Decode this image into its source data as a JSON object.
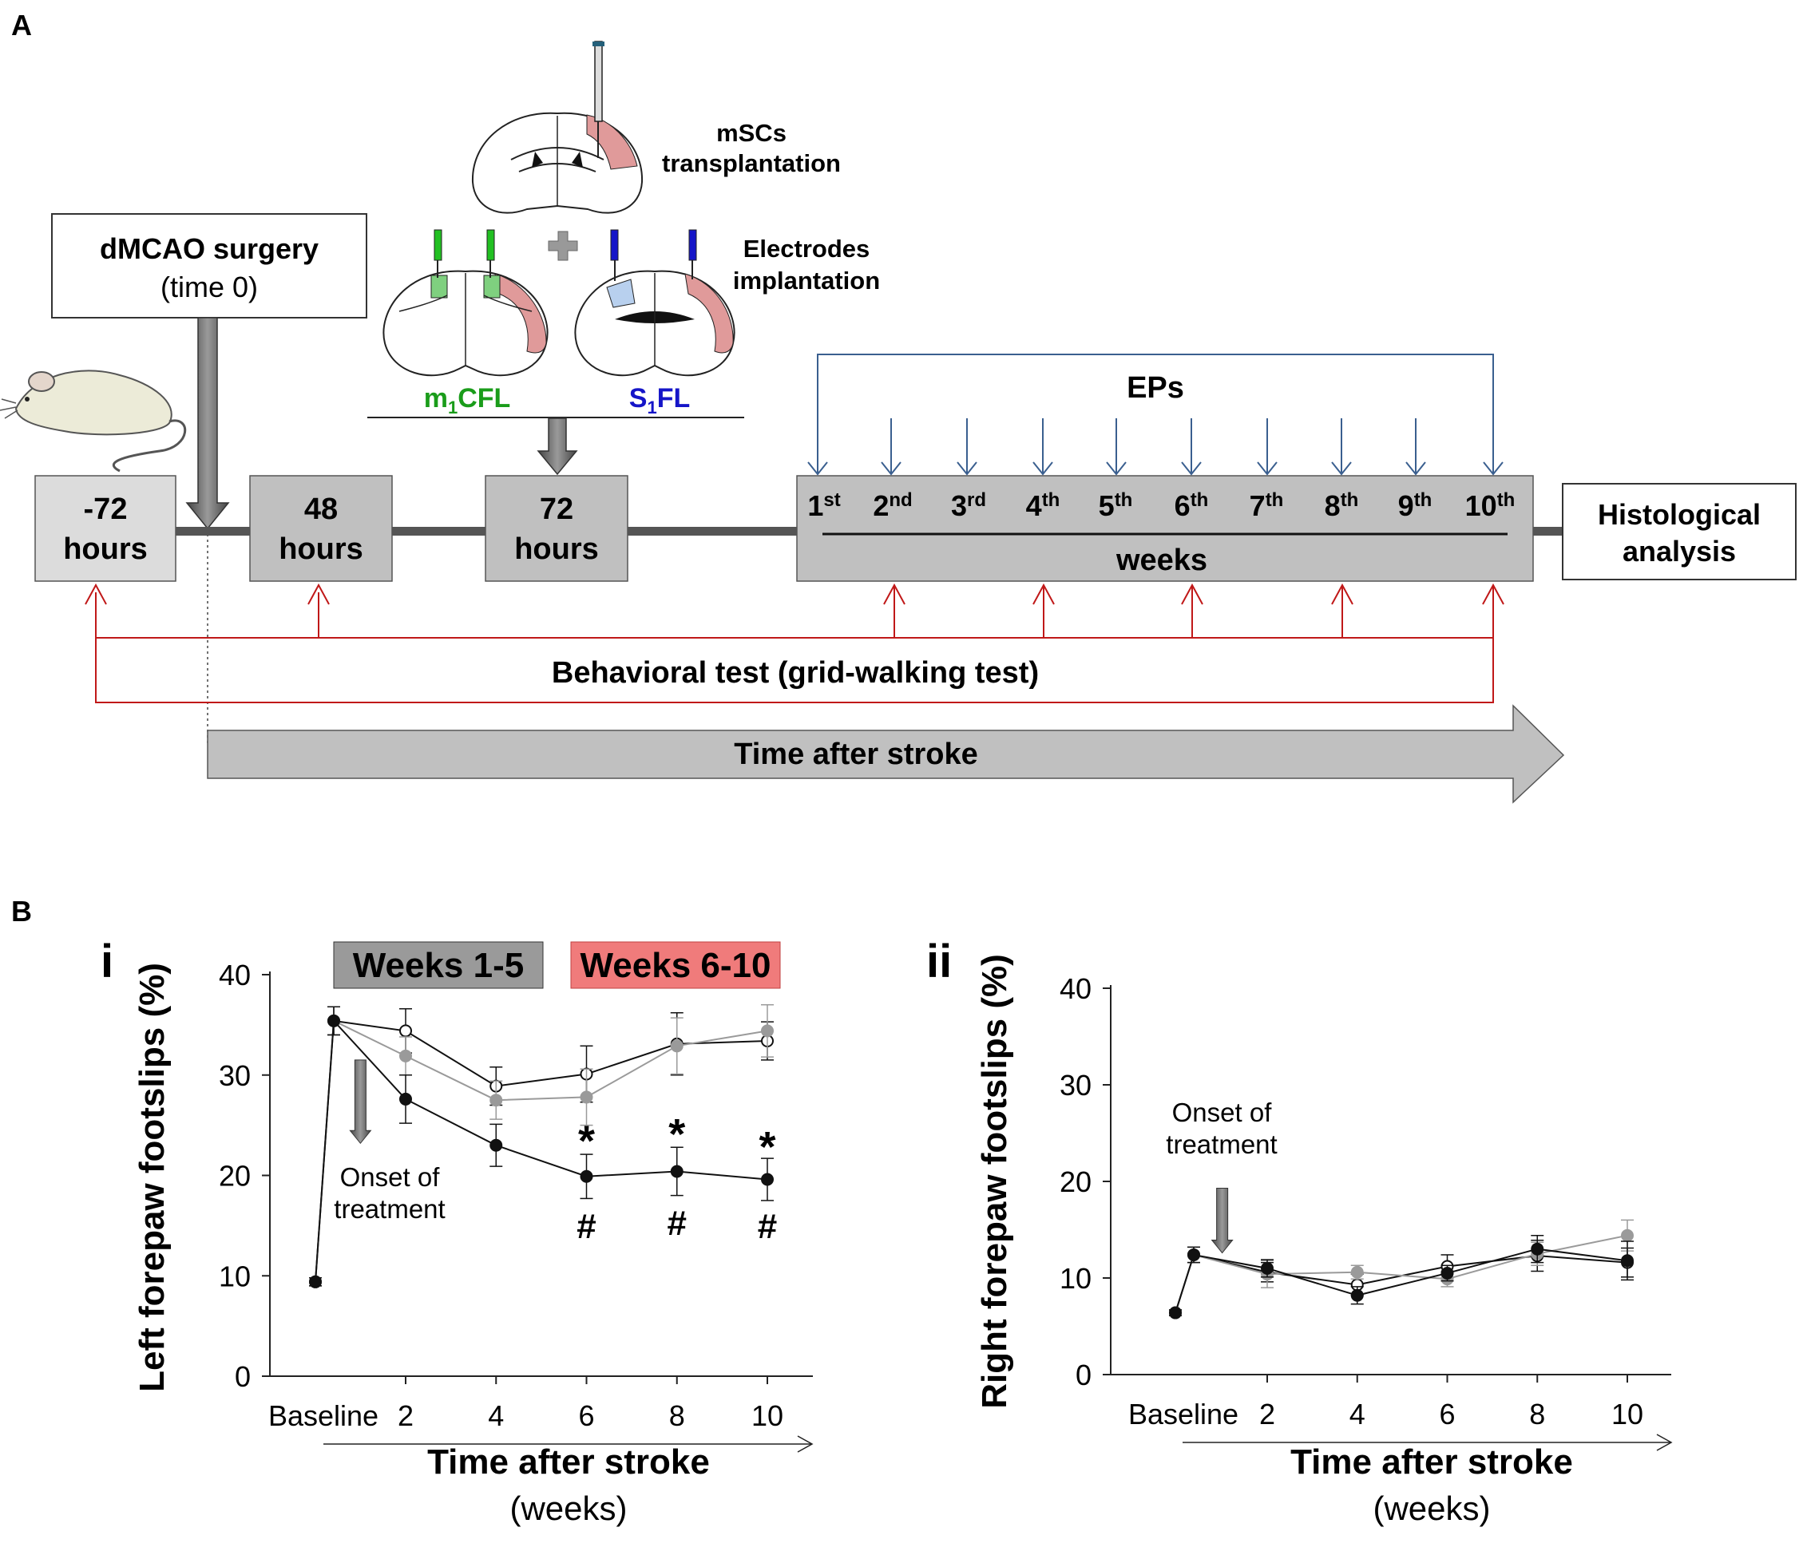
{
  "panel_labels": {
    "a": "A",
    "b": "B",
    "i": "i",
    "ii": "ii"
  },
  "timeline": {
    "surgery_title": "dMCAO surgery",
    "surgery_sub": "(time 0)",
    "transplant_line1": "mSCs",
    "transplant_line2": "transplantation",
    "electrodes_line1": "Electrodes",
    "electrodes_line2": "implantation",
    "m1cfl": {
      "base": "m",
      "sub": "1",
      "rest": "CFL"
    },
    "s1fl": {
      "base": "S",
      "sub": "1",
      "rest": "FL"
    },
    "box_neg72": {
      "line1": "-72",
      "line2": "hours"
    },
    "box_48": {
      "line1": "48",
      "line2": "hours"
    },
    "box_72": {
      "line1": "72",
      "line2": "hours"
    },
    "eps_label": "EPs",
    "weeks": [
      {
        "num": "1",
        "sup": "st"
      },
      {
        "num": "2",
        "sup": "nd"
      },
      {
        "num": "3",
        "sup": "rd"
      },
      {
        "num": "4",
        "sup": "th"
      },
      {
        "num": "5",
        "sup": "th"
      },
      {
        "num": "6",
        "sup": "th"
      },
      {
        "num": "7",
        "sup": "th"
      },
      {
        "num": "8",
        "sup": "th"
      },
      {
        "num": "9",
        "sup": "th"
      },
      {
        "num": "10",
        "sup": "th"
      }
    ],
    "weeks_label": "weeks",
    "histology_line1": "Histological",
    "histology_line2": "analysis",
    "behavioral_label": "Behavioral test (grid-walking test)",
    "time_after_stroke": "Time after stroke",
    "colors": {
      "green": "#1a9c1a",
      "blue": "#1515c8",
      "ep_line": "#3a5f8f",
      "beh_line": "#c01818",
      "box_fill": "#c0c0c0",
      "infarct": "#e09a9a"
    }
  },
  "legend": {
    "weeks_1_5": "Weeks 1-5",
    "weeks_6_10": "Weeks 6-10",
    "colors": {
      "weeks_1_5": "#9a9a9a",
      "weeks_6_10": "#f07b7b"
    }
  },
  "chart_data": [
    {
      "type": "line",
      "ylabel": "Left forepaw footslips (%)",
      "xlabel": "Time after stroke",
      "xlabel_sub": "(weeks)",
      "ylim": [
        0,
        40
      ],
      "yticks": [
        "0",
        "10",
        "20",
        "30",
        "40"
      ],
      "xlim": [
        -0.5,
        10.5
      ],
      "xticks": [
        {
          "x": -0.5,
          "label": "Baseline"
        },
        {
          "x": 2,
          "label": "2"
        },
        {
          "x": 4,
          "label": "4"
        },
        {
          "x": 6,
          "label": "6"
        },
        {
          "x": 8,
          "label": "8"
        },
        {
          "x": 10,
          "label": "10"
        }
      ],
      "annotation": {
        "line1": "Onset of",
        "line2": "treatment",
        "x": 1,
        "y_top": 31.5,
        "y_bottom": 23.2
      },
      "series": [
        {
          "style": "open",
          "x": [
            -0.5,
            0,
            2,
            4,
            6,
            8,
            10
          ],
          "y": [
            9.4,
            35.4,
            34.4,
            28.9,
            30.1,
            33.1,
            33.4
          ],
          "err": [
            0.4,
            1.4,
            2.2,
            1.9,
            2.8,
            3.1,
            1.9
          ]
        },
        {
          "style": "gray",
          "x": [
            -0.5,
            0,
            2,
            4,
            6,
            8,
            10
          ],
          "y": [
            9.4,
            35.4,
            31.9,
            27.5,
            27.8,
            32.9,
            34.4
          ],
          "err": [
            0.4,
            1.4,
            1.9,
            1.9,
            2.8,
            2.8,
            2.6
          ]
        },
        {
          "style": "black",
          "x": [
            -0.5,
            0,
            2,
            4,
            6,
            8,
            10
          ],
          "y": [
            9.4,
            35.4,
            27.6,
            23.0,
            19.9,
            20.4,
            19.6
          ],
          "err": [
            0.4,
            1.4,
            2.4,
            2.1,
            2.2,
            2.4,
            2.1
          ]
        }
      ],
      "stars": [
        {
          "x": 6,
          "y": 24.2,
          "label": "*"
        },
        {
          "x": 8,
          "y": 24.9,
          "label": "*"
        },
        {
          "x": 10,
          "y": 23.6,
          "label": "*"
        }
      ],
      "hashes": [
        {
          "x": 6,
          "y": 15.2,
          "label": "#"
        },
        {
          "x": 8,
          "y": 15.5,
          "label": "#"
        },
        {
          "x": 10,
          "y": 15.2,
          "label": "#"
        }
      ]
    },
    {
      "type": "line",
      "ylabel": "Right forepaw footslips (%)",
      "xlabel": "Time after stroke",
      "xlabel_sub": "(weeks)",
      "ylim": [
        0,
        40
      ],
      "yticks": [
        "0",
        "10",
        "20",
        "30",
        "40"
      ],
      "xlim": [
        -0.5,
        10.5
      ],
      "xticks": [
        {
          "x": -0.5,
          "label": "Baseline"
        },
        {
          "x": 2,
          "label": "2"
        },
        {
          "x": 4,
          "label": "4"
        },
        {
          "x": 6,
          "label": "6"
        },
        {
          "x": 8,
          "label": "8"
        },
        {
          "x": 10,
          "label": "10"
        }
      ],
      "annotation": {
        "line1": "Onset of",
        "line2": "treatment",
        "x": 1,
        "y_top": 19.3,
        "y_bottom": 12.6
      },
      "series": [
        {
          "style": "open",
          "x": [
            -0.5,
            0,
            2,
            4,
            6,
            8,
            10
          ],
          "y": [
            6.4,
            12.4,
            10.6,
            9.3,
            11.2,
            12.3,
            11.6
          ],
          "err": [
            0.3,
            0.8,
            1.0,
            1.1,
            1.2,
            1.6,
            1.5
          ]
        },
        {
          "style": "gray",
          "x": [
            -0.5,
            0,
            2,
            4,
            6,
            8,
            10
          ],
          "y": [
            6.4,
            12.4,
            10.4,
            10.6,
            9.9,
            12.5,
            14.4
          ],
          "err": [
            0.3,
            0.8,
            1.4,
            0.7,
            0.8,
            1.2,
            1.6
          ]
        },
        {
          "style": "black",
          "x": [
            -0.5,
            0,
            2,
            4,
            6,
            8,
            10
          ],
          "y": [
            6.4,
            12.4,
            11.0,
            8.2,
            10.5,
            13.0,
            11.8
          ],
          "err": [
            0.3,
            0.8,
            0.9,
            0.9,
            0.8,
            1.4,
            2.0
          ]
        }
      ]
    }
  ]
}
